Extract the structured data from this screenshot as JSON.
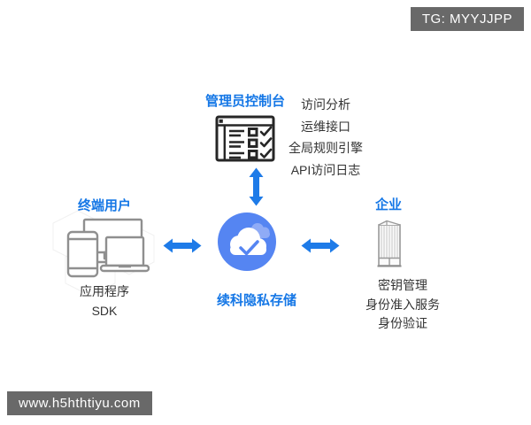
{
  "badge": {
    "label": "TG: MYYJJPP"
  },
  "watermark": {
    "label": "www.h5hthtiyu.com"
  },
  "colors": {
    "accent_blue": "#1577e6",
    "arrow_blue": "#1e7be8",
    "circle_blue": "#5585f2",
    "back_cloud_blue": "#8fabf6",
    "badge_gray": "#696969",
    "body_text": "#333333",
    "icon_dark": "#262626",
    "icon_gray": "#8f8f8f"
  },
  "diagram": {
    "admin": {
      "title": "管理员控制台",
      "icon": "console-checklist-icon",
      "features": [
        "访问分析",
        "运维接口",
        "全局规则引擎",
        "API访问日志"
      ]
    },
    "users": {
      "title": "终端用户",
      "icon": "devices-icon",
      "features": [
        "应用程序",
        "SDK"
      ]
    },
    "enterprise": {
      "title": "企业",
      "icon": "building-icon",
      "features": [
        "密钥管理",
        "身份准入服务",
        "身份验证"
      ]
    },
    "center": {
      "title": "续科隐私存储",
      "icon": "cloud-check-icon"
    },
    "connections": [
      {
        "from": "center",
        "to": "admin",
        "type": "bidirectional"
      },
      {
        "from": "center",
        "to": "users",
        "type": "bidirectional"
      },
      {
        "from": "center",
        "to": "enterprise",
        "type": "bidirectional"
      }
    ]
  }
}
